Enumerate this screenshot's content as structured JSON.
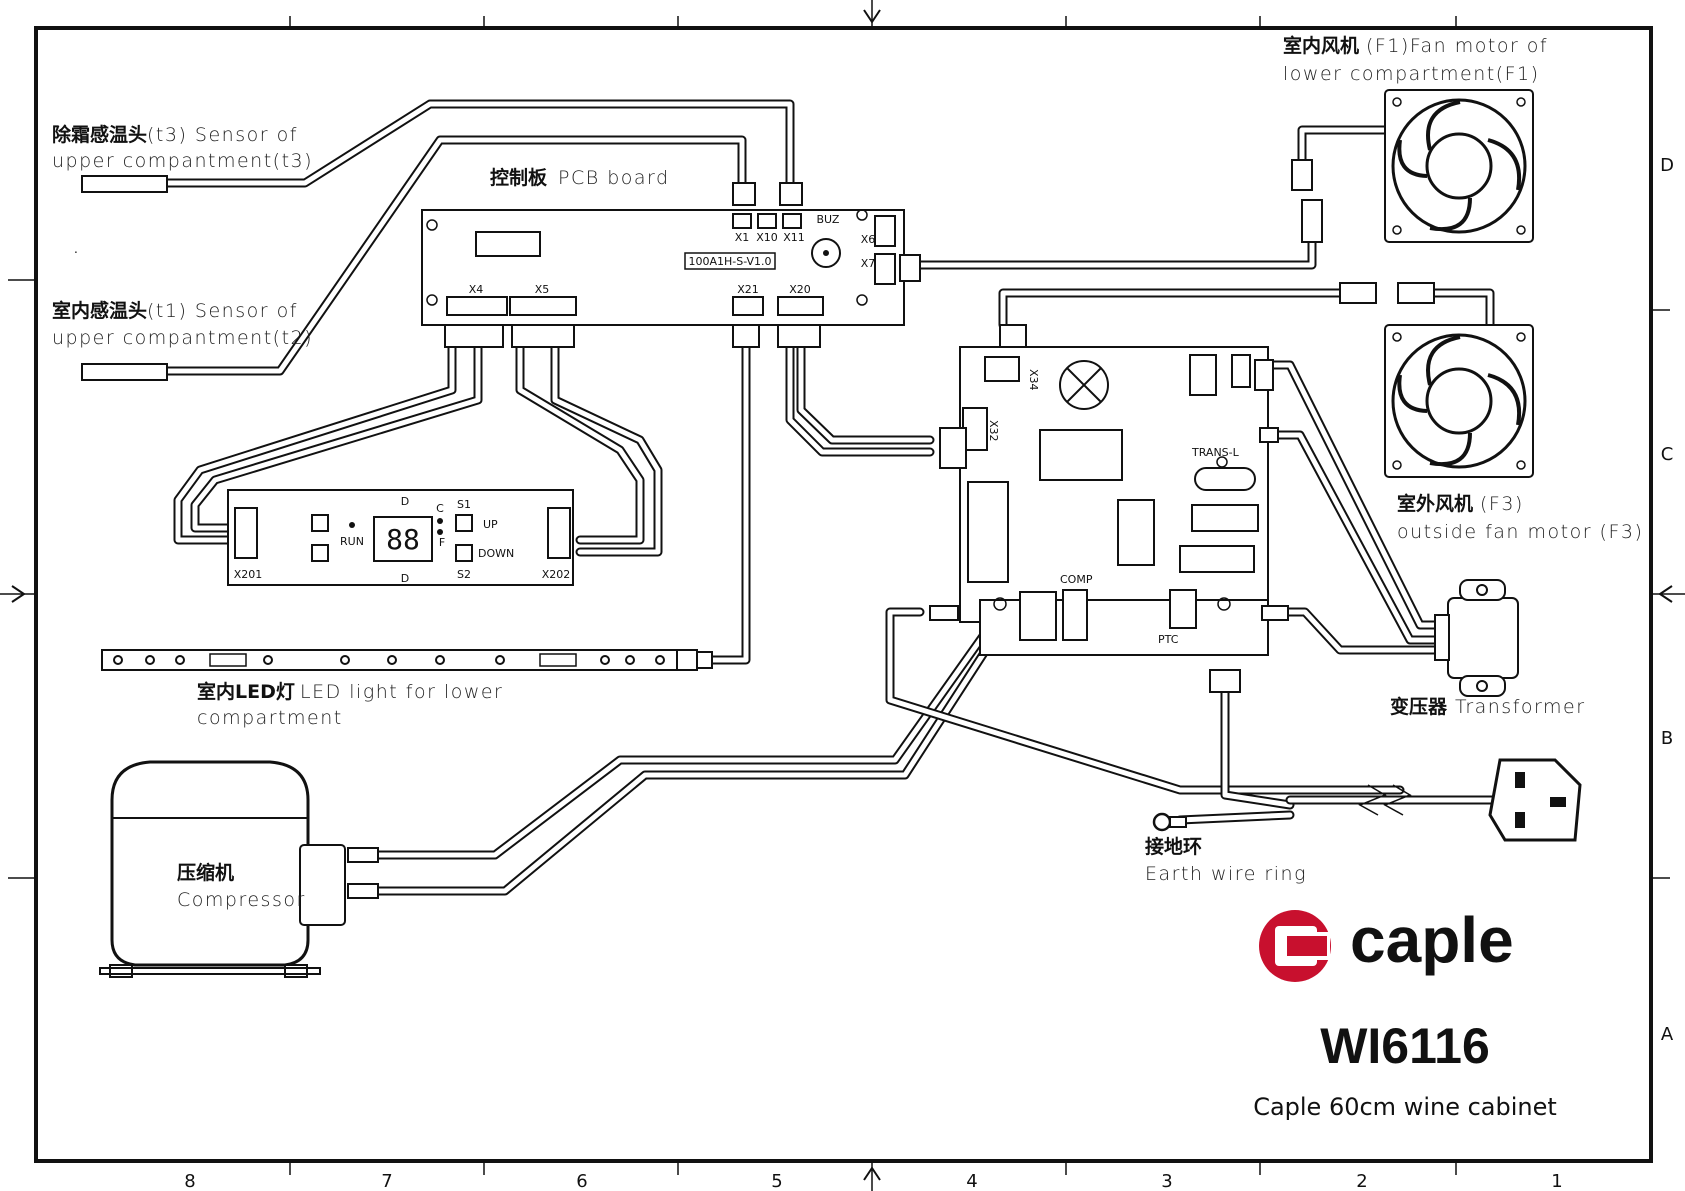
{
  "frame": {
    "top_numbers": [],
    "bottom_numbers": [
      "8",
      "7",
      "6",
      "5",
      "4",
      "3",
      "2",
      "1"
    ],
    "right_letters": [
      "D",
      "C",
      "B",
      "A"
    ]
  },
  "labels": {
    "sensor_t3_cn": "除霜感温头",
    "sensor_t3_en": "(t3) Sensor of",
    "sensor_t3_line2": "upper compantment(t3)",
    "sensor_t1_cn": "室内感温头",
    "sensor_t1_en": "(t1) Sensor of",
    "sensor_t1_line2": "upper compantment(t2)",
    "pcb_cn": "控制板",
    "pcb_en": "PCB board",
    "pcb_part": "100A1H-S-V1.0",
    "fan_f1_cn": "室内风机",
    "fan_f1_en": "(F1)Fan motor of",
    "fan_f1_line2": "lower compartment(F1)",
    "fan_f3_cn": "室外风机",
    "fan_f3_en": "(F3)",
    "fan_f3_line2": "outside fan motor (F3)",
    "led_cn": "室内LED灯",
    "led_en": "LED light for lower",
    "led_line2": "compartment",
    "compressor_cn": "压缩机",
    "compressor_en": "Compressor",
    "transformer_cn": "变压器",
    "transformer_en": "Transformer",
    "earth_cn": "接地环",
    "earth_en": "Earth wire ring"
  },
  "connectors": {
    "x1": "X1",
    "x10": "X10",
    "x11": "X11",
    "buz": "BUZ",
    "x6": "X6",
    "x7": "X7",
    "x4": "X4",
    "x5": "X5",
    "x21": "X21",
    "x20": "X20",
    "x34": "X34",
    "x32": "X32",
    "trans_l": "TRANS-L",
    "comp": "COMP",
    "ptc": "PTC",
    "x201": "X201",
    "x202": "X202",
    "run": "RUN",
    "up": "UP",
    "down": "DOWN",
    "s1": "S1",
    "s2": "S2",
    "c": "C",
    "f": "F",
    "d": "D"
  },
  "brand": {
    "name": "caple",
    "model": "WI6116",
    "description": "Caple 60cm wine cabinet",
    "color": "#c8102e"
  }
}
